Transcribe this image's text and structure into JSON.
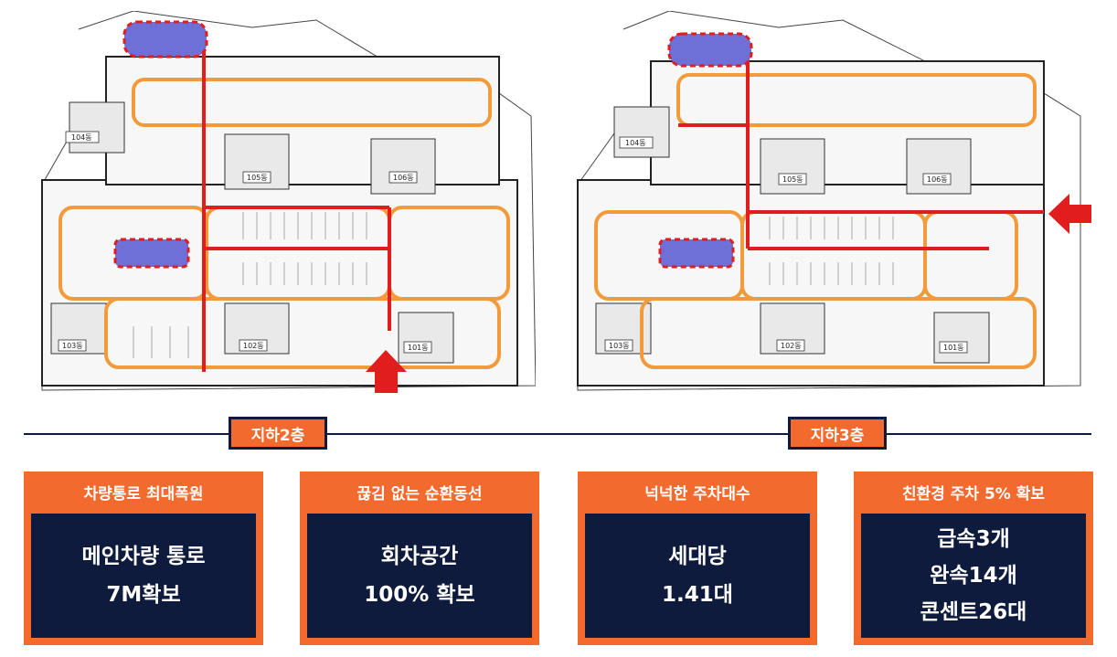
{
  "floors": [
    {
      "label": "지하2층",
      "entrance_arrow": "up-arrow",
      "building_labels": [
        "104동",
        "105동",
        "106동",
        "103동",
        "102동",
        "101동"
      ]
    },
    {
      "label": "지하3층",
      "entrance_arrow": "left-arrow",
      "building_labels": [
        "104동",
        "105동",
        "106동",
        "103동",
        "102동",
        "101동"
      ]
    }
  ],
  "cards": [
    {
      "title": "차량통로 최대폭원",
      "lines": [
        "메인차량 통로",
        "7M확보"
      ]
    },
    {
      "title": "끊김 없는 순환동선",
      "lines": [
        "회차공간",
        "100% 확보"
      ]
    },
    {
      "title": "넉넉한 주차대수",
      "lines": [
        "세대당",
        "1.41대"
      ]
    },
    {
      "title": "친환경 주차 5% 확보",
      "lines": [
        "급속3개",
        "완속14개",
        "콘센트26대"
      ]
    }
  ],
  "colors": {
    "accent_orange": "#f26a2e",
    "navy": "#0e1b3d",
    "route_red": "#e11d1d",
    "route_orange": "#f39a3a",
    "ramp_blue": "#6f6fd8"
  }
}
